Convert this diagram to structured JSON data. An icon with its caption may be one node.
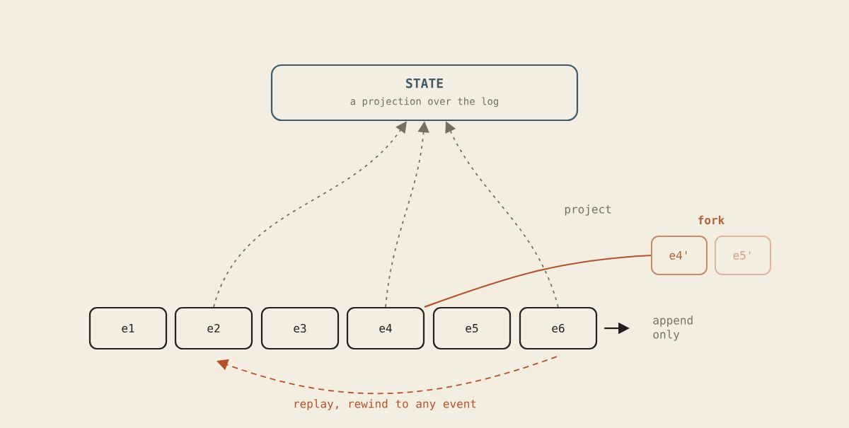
{
  "diagram": {
    "nodes": [
      {
        "text": [
          "STATE",
          "a projection over the log"
        ]
      },
      {
        "text": [
          "e1"
        ]
      },
      {
        "text": [
          "e2"
        ]
      },
      {
        "text": [
          "e3"
        ]
      },
      {
        "text": [
          "e4"
        ]
      },
      {
        "text": [
          "e5"
        ]
      },
      {
        "text": [
          "e6"
        ]
      },
      {
        "text": [
          "e4'"
        ]
      },
      {
        "text": [
          "e5'"
        ]
      },
      {
        "text": [
          "append only"
        ]
      }
    ],
    "edges": [
      {
        "from": 2,
        "to": 0,
        "arrow": "to",
        "style": "dashed",
        "color": "#7a6e64"
      },
      {
        "from": 4,
        "to": 0,
        "arrow": "to",
        "style": "dashed",
        "color": "#7a6e64"
      },
      {
        "from": 6,
        "to": 0,
        "arrow": "to",
        "style": "dashed",
        "color": "#7a6e64"
      },
      {
        "from": 4,
        "to": 7,
        "arrow": "none",
        "color": "#b5522a"
      },
      {
        "from": 6,
        "to": 9,
        "arrow": "to"
      },
      {
        "from": 6,
        "to": 2,
        "arrow": "to",
        "style": "dashed",
        "color": "#b5522a",
        "label": "replay, rewind to any event"
      }
    ],
    "labels": [
      "project",
      "fork"
    ]
  }
}
